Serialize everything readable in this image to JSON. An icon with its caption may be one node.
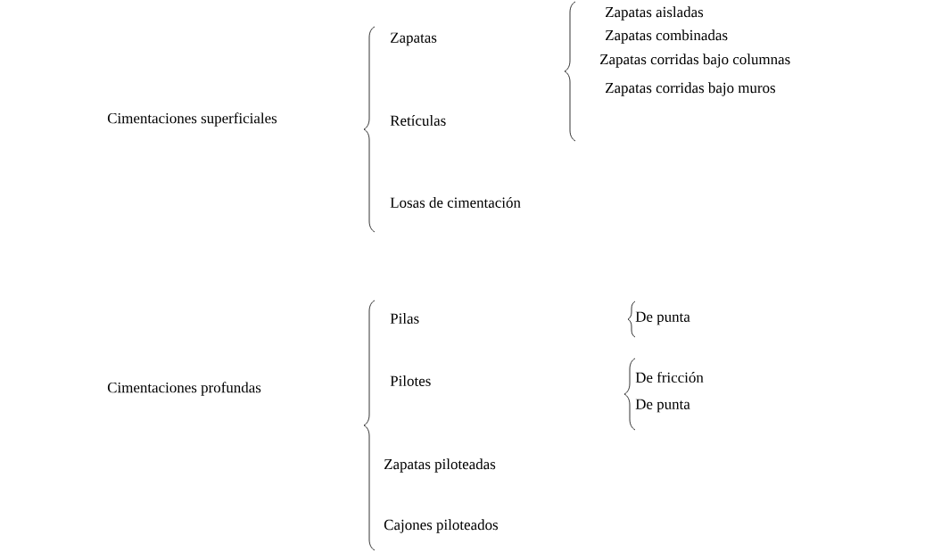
{
  "diagram": {
    "labels": [
      "Cimentaciones superficiales",
      "Zapatas",
      "Retículas",
      "Losas de cimentación",
      "Zapatas aisladas",
      "Zapatas combinadas",
      "Zapatas corridas bajo columnas",
      "Zapatas corridas bajo muros",
      "Cimentaciones profundas",
      "Pilas",
      "Pilotes",
      "De punta",
      "De fricción",
      "De punta",
      "Zapatas piloteadas",
      "Cajones piloteados"
    ]
  }
}
